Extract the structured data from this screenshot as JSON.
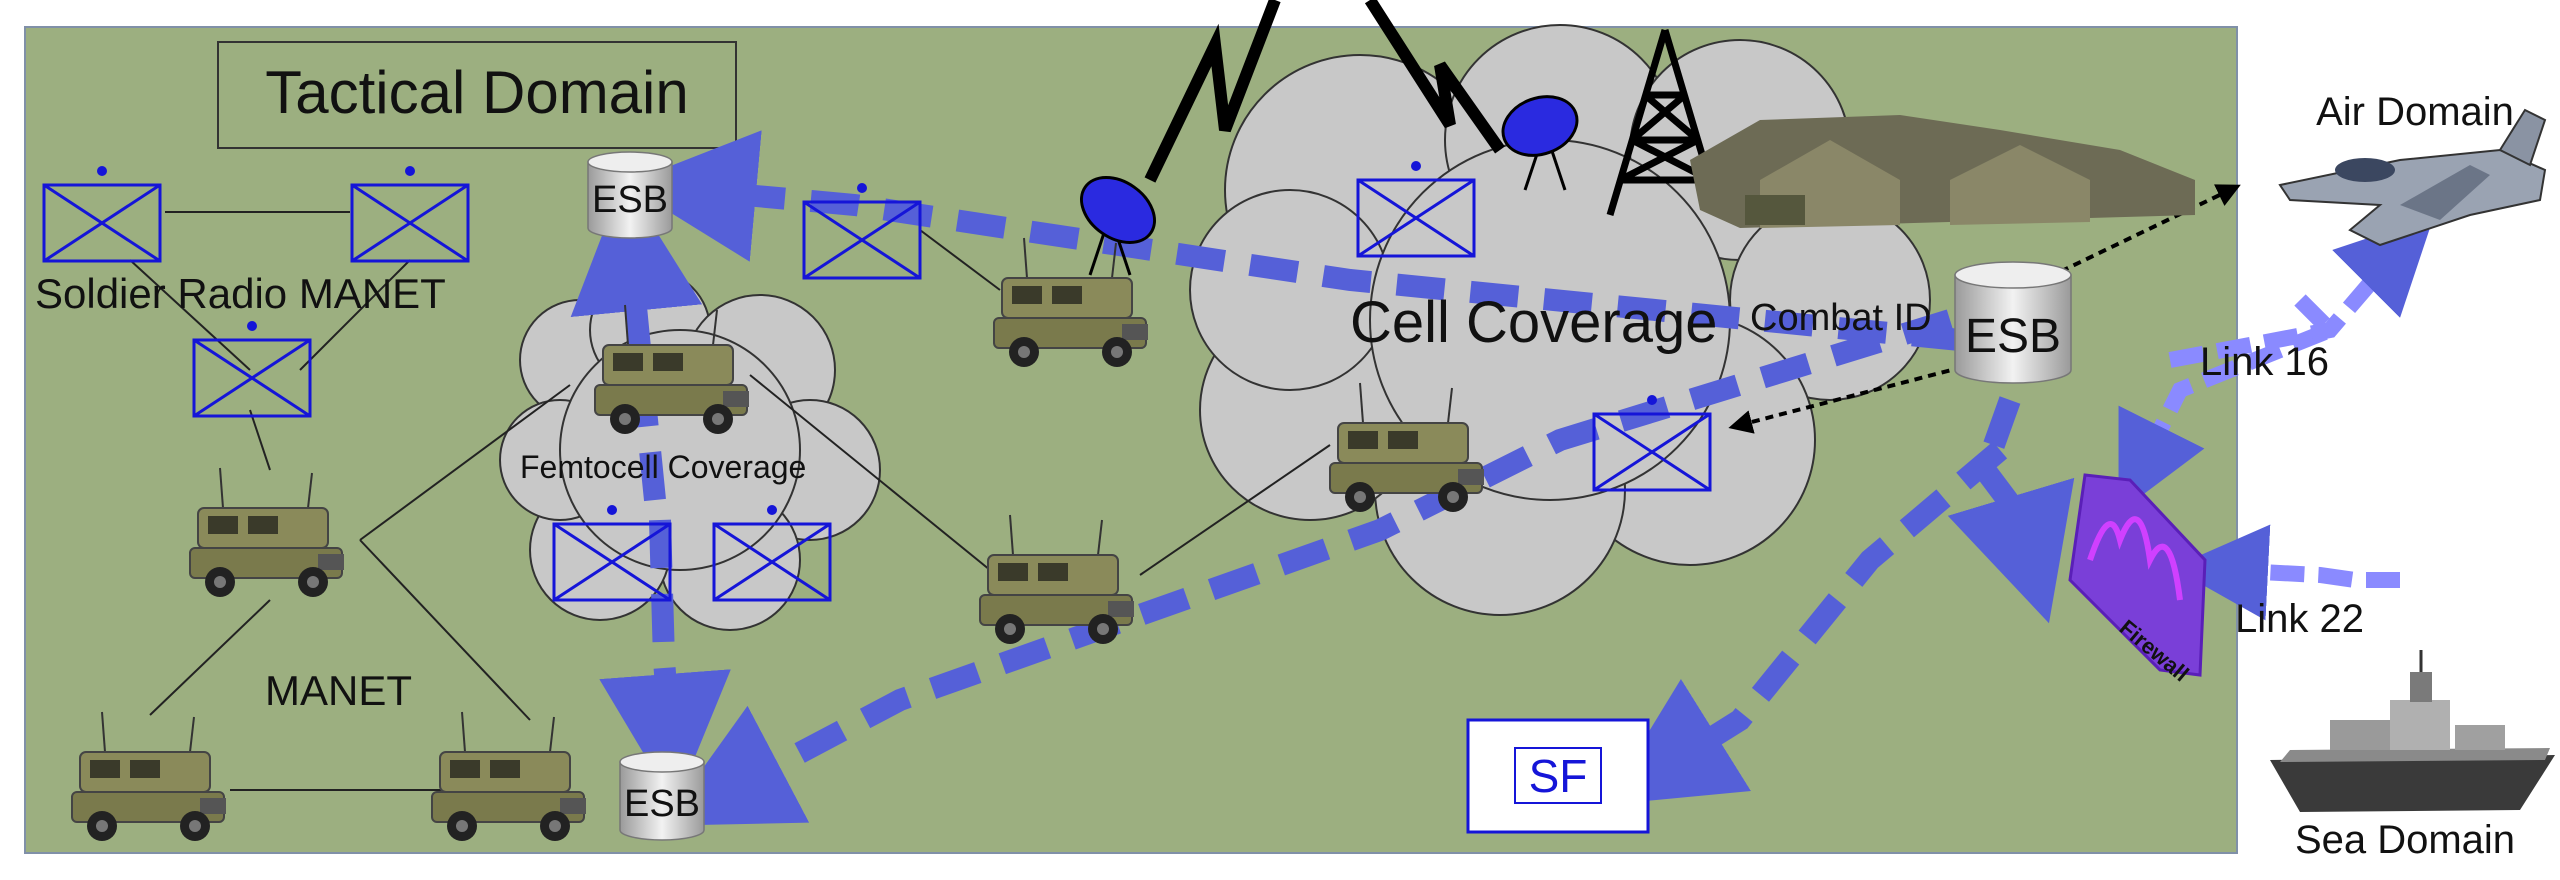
{
  "title": "Tactical Domain",
  "labels": {
    "soldier_manet": "Soldier Radio MANET",
    "femtocell": "Femtocell Coverage",
    "manet": "MANET",
    "cell_coverage": "Cell Coverage",
    "combat_id": "Combat ID",
    "air_domain": "Air Domain",
    "sea_domain": "Sea Domain",
    "link16": "Link 16",
    "link22": "Link 22",
    "firewall": "Firewall",
    "sf": "SF"
  },
  "esb_label": "ESB",
  "colors": {
    "background": "#9caf80",
    "node_blue": "#1515d8",
    "link_blue": "#5560d8",
    "cloud": "#c8c8c8",
    "vehicle": "#8a8a5a"
  }
}
